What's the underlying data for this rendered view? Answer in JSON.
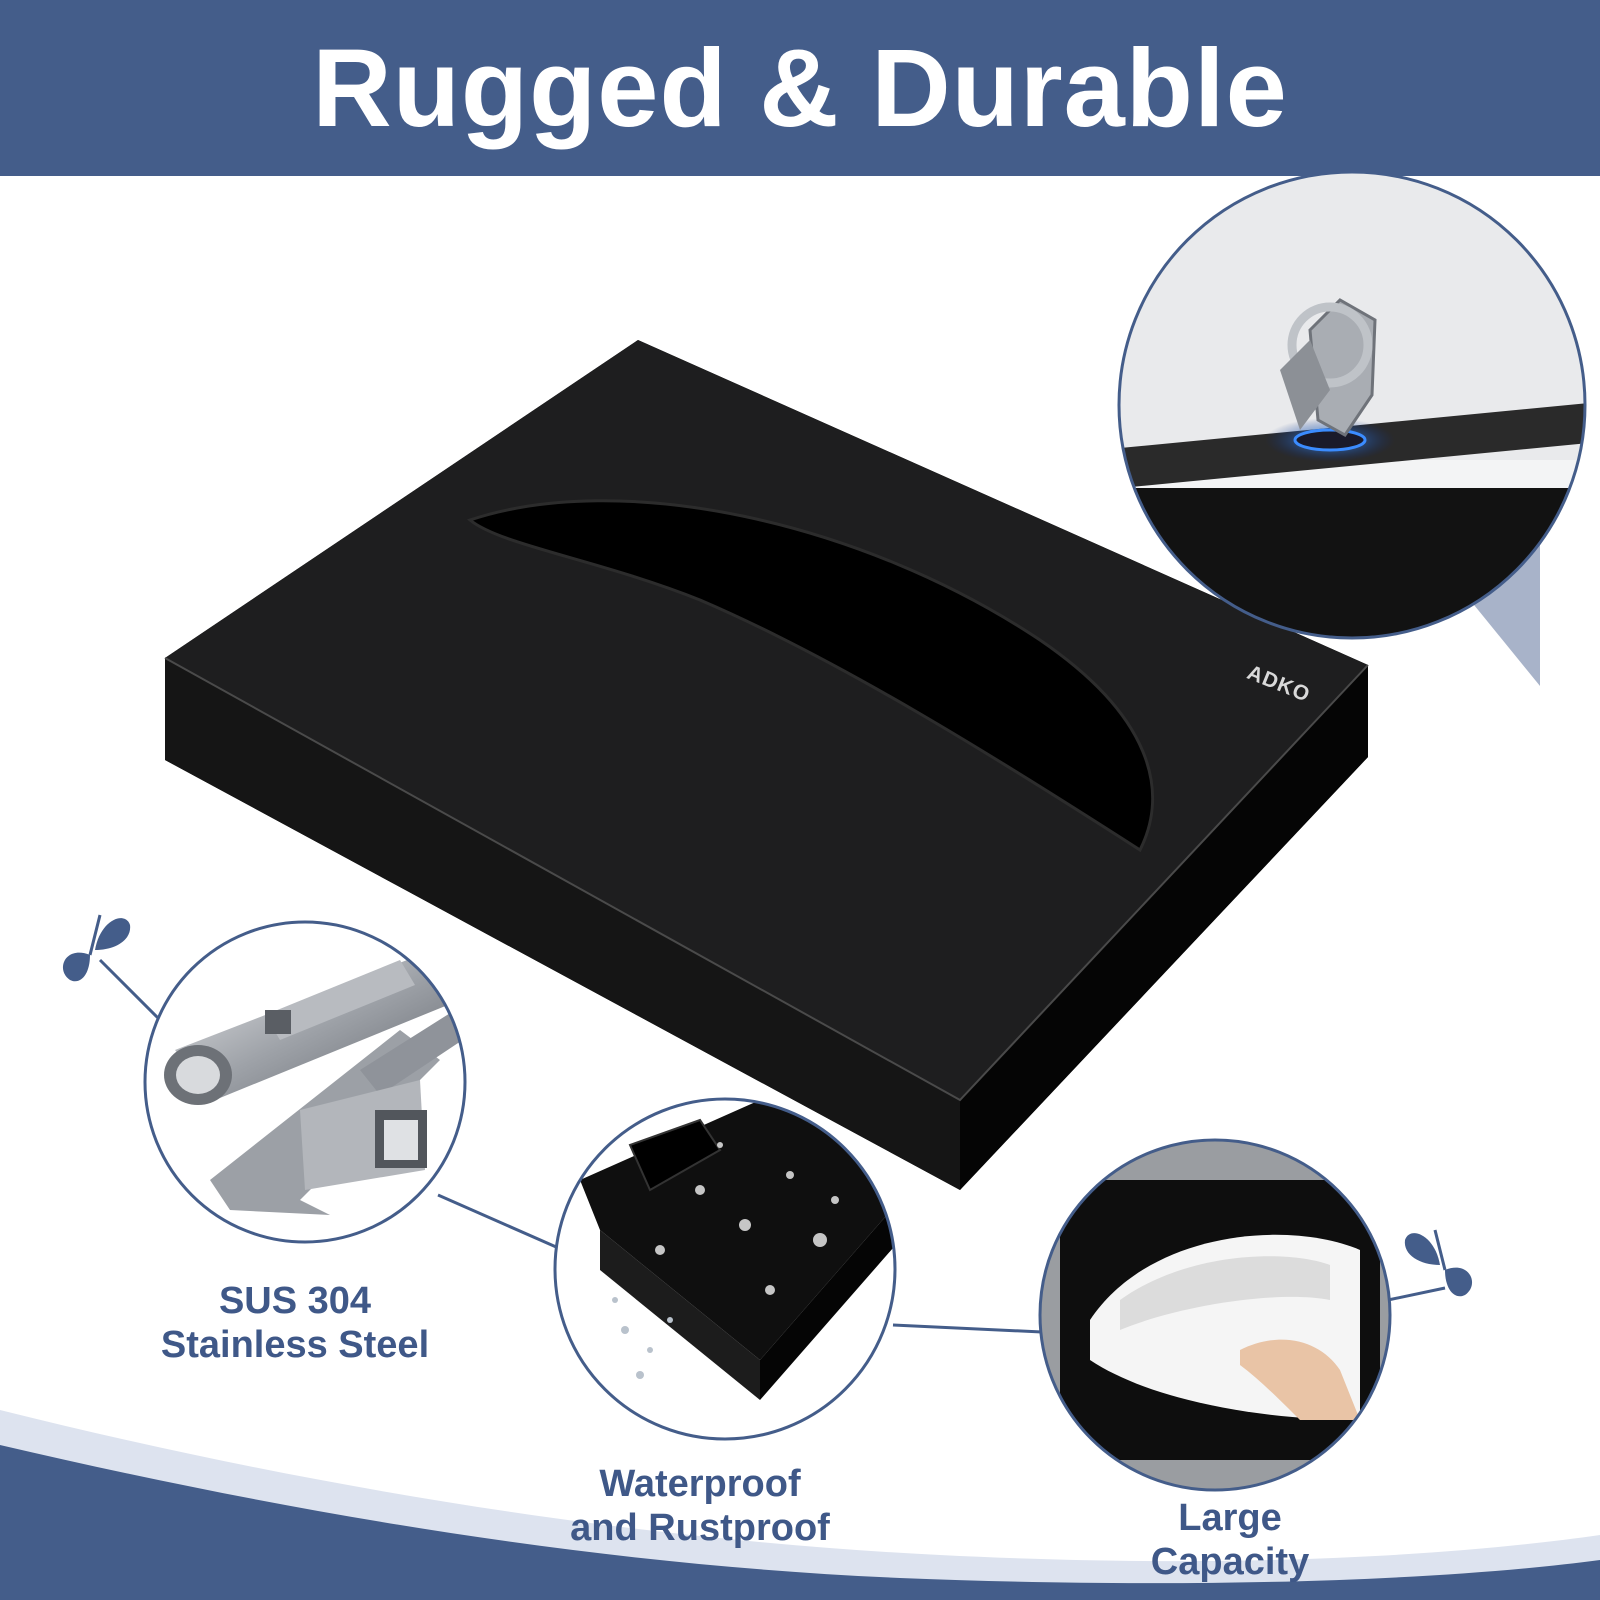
{
  "banner": {
    "title": "Rugged & Durable"
  },
  "product": {
    "brand": "ADKO"
  },
  "features": [
    {
      "id": "lock",
      "icon": "key-lock-icon"
    },
    {
      "id": "steel",
      "icon": "leaf-icon",
      "lines": [
        "SUS 304",
        "Stainless Steel"
      ]
    },
    {
      "id": "water",
      "icon": "water-drop-icon",
      "lines": [
        "Waterproof",
        "and Rustproof"
      ]
    },
    {
      "id": "capacity",
      "icon": "leaf-icon",
      "lines": [
        "Large",
        "Capacity"
      ]
    }
  ],
  "colors": {
    "brand_blue": "#445d8a",
    "text_blue": "#3f5888",
    "product_black": "#141414"
  }
}
